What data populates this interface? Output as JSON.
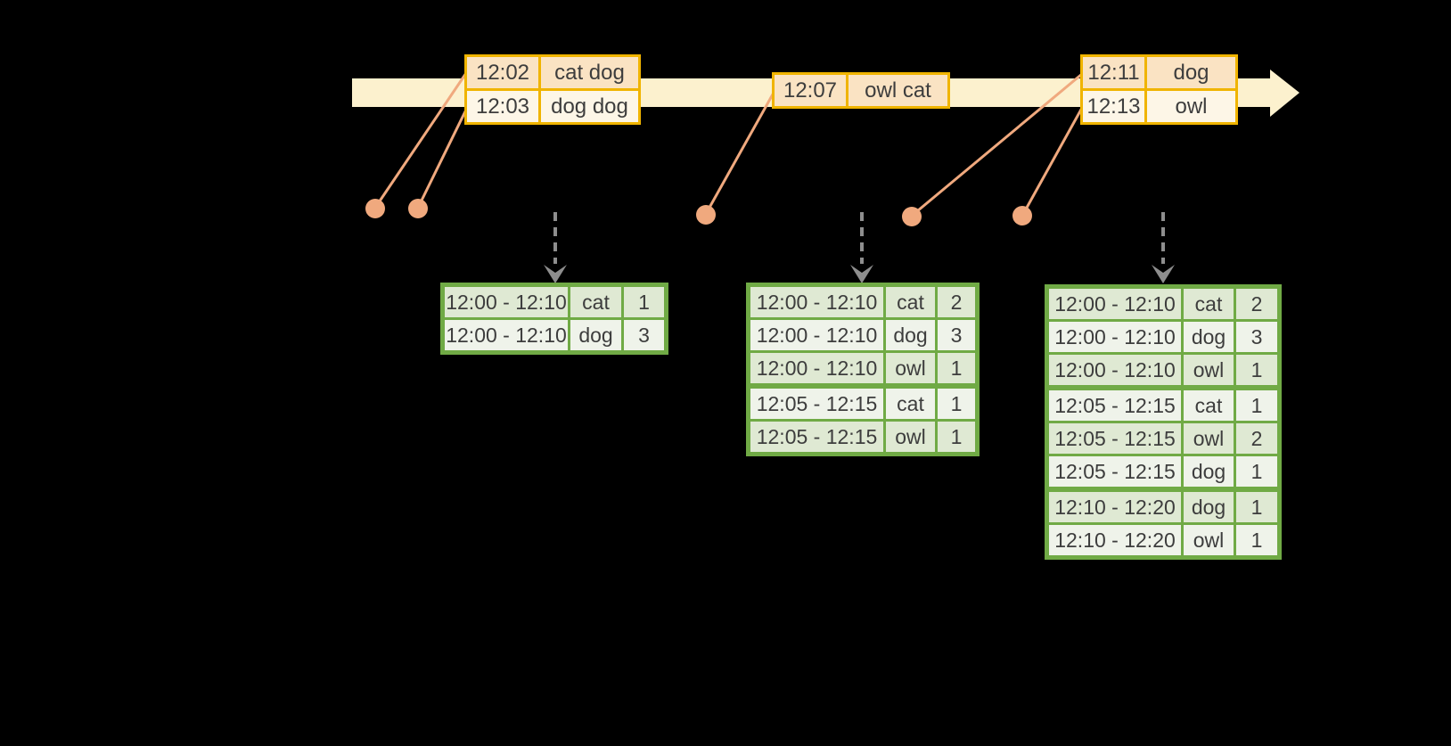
{
  "colors": {
    "background": "#000000",
    "timeline_band": "#FCF1CE",
    "event_table_border": "#F0B400",
    "event_row_peach": "#FAE3C3",
    "event_row_cream": "#FDF6E7",
    "dot_and_line": "#F0A97E",
    "result_table_border": "#70AA45",
    "result_row_dark": "#DFE9D3",
    "result_row_light": "#EFF3EA",
    "trigger_arrow_gray": "#8E8E8E",
    "text": "#3D3D3D"
  },
  "icons": {
    "timeline_arrowhead": "right-arrowhead",
    "trigger_arrow": "dashed-down-arrow",
    "event_marker": "filled-circle"
  },
  "event_tables": [
    {
      "rows": [
        {
          "time": "12:02",
          "words": "cat dog"
        },
        {
          "time": "12:03",
          "words": "dog dog"
        }
      ]
    },
    {
      "rows": [
        {
          "time": "12:07",
          "words": "owl cat"
        }
      ]
    },
    {
      "rows": [
        {
          "time": "12:11",
          "words": "dog"
        },
        {
          "time": "12:13",
          "words": "owl"
        }
      ]
    }
  ],
  "result_tables": [
    {
      "groups": [
        {
          "rows": [
            {
              "window": "12:00 - 12:10",
              "word": "cat",
              "count": "1"
            },
            {
              "window": "12:00 - 12:10",
              "word": "dog",
              "count": "3"
            }
          ]
        }
      ]
    },
    {
      "groups": [
        {
          "rows": [
            {
              "window": "12:00 - 12:10",
              "word": "cat",
              "count": "2"
            },
            {
              "window": "12:00 - 12:10",
              "word": "dog",
              "count": "3"
            },
            {
              "window": "12:00 - 12:10",
              "word": "owl",
              "count": "1"
            }
          ]
        },
        {
          "rows": [
            {
              "window": "12:05 - 12:15",
              "word": "cat",
              "count": "1"
            },
            {
              "window": "12:05 - 12:15",
              "word": "owl",
              "count": "1"
            }
          ]
        }
      ]
    },
    {
      "groups": [
        {
          "rows": [
            {
              "window": "12:00 - 12:10",
              "word": "cat",
              "count": "2"
            },
            {
              "window": "12:00 - 12:10",
              "word": "dog",
              "count": "3"
            },
            {
              "window": "12:00 - 12:10",
              "word": "owl",
              "count": "1"
            }
          ]
        },
        {
          "rows": [
            {
              "window": "12:05 - 12:15",
              "word": "cat",
              "count": "1"
            },
            {
              "window": "12:05 - 12:15",
              "word": "owl",
              "count": "2"
            },
            {
              "window": "12:05 - 12:15",
              "word": "dog",
              "count": "1"
            }
          ]
        },
        {
          "rows": [
            {
              "window": "12:10 - 12:20",
              "word": "dog",
              "count": "1"
            },
            {
              "window": "12:10 - 12:20",
              "word": "owl",
              "count": "1"
            }
          ]
        }
      ]
    }
  ]
}
